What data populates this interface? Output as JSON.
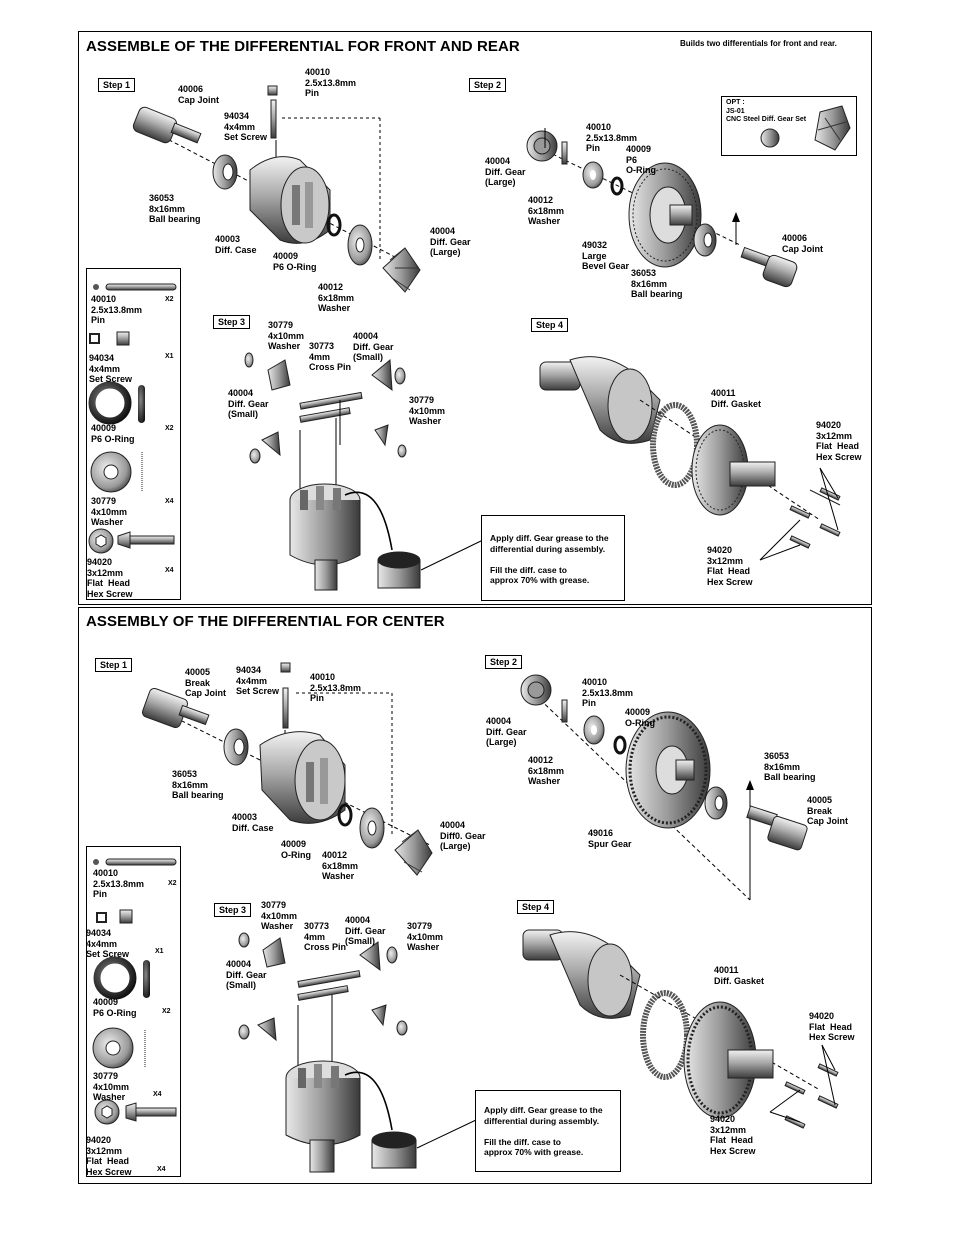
{
  "section1": {
    "title": "ASSEMBLE OF THE DIFFERENTIAL FOR FRONT AND REAR",
    "note": "Builds two differentials for front and rear.",
    "steps": [
      "Step 1",
      "Step 2",
      "Step 3",
      "Step 4"
    ],
    "opt": {
      "l1": "OPT :",
      "l2": "JS-01",
      "l3": "CNC Steel Diff. Gear Set"
    },
    "s1": {
      "cap": "40006\nCap Joint",
      "pin": "40010\n2.5x13.8mm\nPin",
      "screw": "94034\n4x4mm\nSet Screw",
      "bearing": "36053\n8x16mm\nBall bearing",
      "case": "40003\nDiff. Case",
      "oring": "40009\nP6 O-Ring",
      "washer": "40012\n6x18mm\nWasher",
      "gear": "40004\nDiff. Gear\n(Large)"
    },
    "s2": {
      "gear": "40004\nDiff. Gear\n(Large)",
      "pin": "40010\n2.5x13.8mm\nPin",
      "oring": "40009\nP6\nO-Ring",
      "washer": "40012\n6x18mm\nWasher",
      "bevel": "49032\nLarge\nBevel Gear",
      "bearing": "36053\n8x16mm\nBall bearing",
      "cap": "40006\nCap Joint"
    },
    "s3": {
      "washerA": "30779\n4x10mm\nWasher",
      "crosspin": "30773\n4mm\nCross Pin",
      "gearA": "40004\nDiff. Gear\n(Small)",
      "gearB": "40004\nDiff. Gear\n(Small)",
      "washerB": "30779\n4x10mm\nWasher"
    },
    "s4": {
      "gasket": "40011\nDiff. Gasket",
      "screwA": "94020\n3x12mm\nFlat  Head\nHex Screw",
      "screwB": "94020\n3x12mm\nFlat  Head\nHex Screw"
    },
    "parts": [
      {
        "label": "40010\n2.5x13.8mm\nPin",
        "qty": "X2"
      },
      {
        "label": "94034\n4x4mm\nSet Screw",
        "qty": "X1"
      },
      {
        "label": "40009\nP6 O-Ring",
        "qty": "X2"
      },
      {
        "label": "30779\n4x10mm\nWasher",
        "qty": "X4"
      },
      {
        "label": "94020\n3x12mm\nFlat  Head\nHex Screw",
        "qty": "X4"
      }
    ],
    "grease": "Apply diff. Gear grease to the\ndifferential during assembly.\n\nFill the diff. case to\napprox 70% with grease."
  },
  "section2": {
    "title": "ASSEMBLY OF THE DIFFERENTIAL FOR CENTER",
    "steps": [
      "Step 1",
      "Step 2",
      "Step 3",
      "Step 4"
    ],
    "s1": {
      "cap": "40005\nBreak\nCap Joint",
      "screw": "94034\n4x4mm\nSet Screw",
      "pin": "40010\n2.5x13.8mm\nPin",
      "bearing": "36053\n8x16mm\nBall bearing",
      "case": "40003\nDiff. Case",
      "oring": "40009\nO-Ring",
      "washer": "40012\n6x18mm\nWasher",
      "gear": "40004\nDiff0. Gear\n(Large)"
    },
    "s2": {
      "gear": "40004\nDiff. Gear\n(Large)",
      "pin": "40010\n2.5x13.8mm\nPin",
      "oring": "40009\nO-Ring",
      "washer": "40012\n6x18mm\nWasher",
      "spur": "49016\nSpur Gear",
      "bearing": "36053\n8x16mm\nBall bearing",
      "cap": "40005\nBreak\nCap Joint"
    },
    "s3": {
      "washerA": "30779\n4x10mm\nWasher",
      "crosspin": "30773\n4mm\nCross Pin",
      "gearB": "40004\nDiff. Gear\n(Small)",
      "washerB": "30779\n4x10mm\nWasher",
      "gearA": "40004\nDiff. Gear\n(Small)"
    },
    "s4": {
      "gasket": "40011\nDiff. Gasket",
      "screwA": "94020\nFlat  Head\nHex Screw",
      "screwB": "94020\n3x12mm\nFlat  Head\nHex Screw"
    },
    "parts": [
      {
        "label": "40010\n2.5x13.8mm\nPin",
        "qty": "X2"
      },
      {
        "label": "94034\n4x4mm\nSet Screw",
        "qty": "X1"
      },
      {
        "label": "40009\nP6 O-Ring",
        "qty": "X2"
      },
      {
        "label": "30779\n4x10mm\nWasher",
        "qty": "X4"
      },
      {
        "label": "94020\n3x12mm\nFlat  Head\nHex Screw",
        "qty": "X4"
      }
    ],
    "grease": "Apply diff. Gear grease to the\ndifferential during assembly.\n\nFill the diff. case to\napprox 70% with grease."
  }
}
